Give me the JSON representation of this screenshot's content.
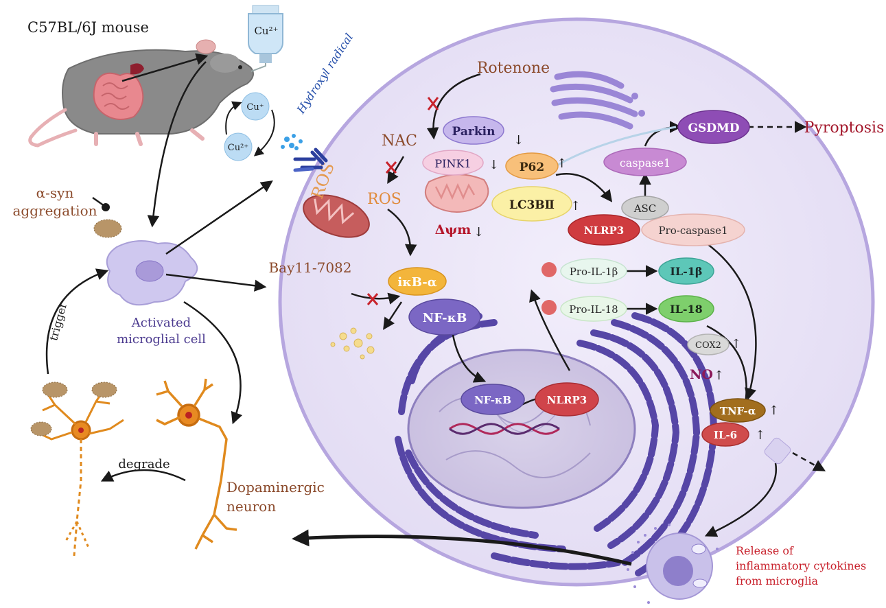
{
  "mouse": {
    "label": "C57BL/6J mouse",
    "bottle_label": "Cu²⁺"
  },
  "copper_cycle": {
    "cu_plus": "Cu⁺",
    "cu_2plus": "Cu²⁺",
    "hydroxyl_label": "Hydroxyl radical"
  },
  "left_panel": {
    "asyn_label_line1": "α-syn",
    "asyn_label_line2": "aggregation",
    "microglia_label_line1": "Activated",
    "microglia_label_line2": "microglial cell",
    "trigger_label": "trigger",
    "degrade_label": "degrade",
    "neuron_label_line1": "Dopaminergic",
    "neuron_label_line2": "neuron"
  },
  "cell": {
    "rotenone": "Rotenone",
    "nac": "NAC",
    "ros_outer": "ROS",
    "ros_inner": "ROS",
    "parkin": "Parkin",
    "pink1": "PINK1",
    "p62": "P62",
    "lc3b": "LC3BⅡ",
    "delta_psi": "Δψm",
    "gsdmd": "GSDMD",
    "pyroptosis": "Pyroptosis",
    "caspase1": "caspase1",
    "asc": "ASC",
    "nlrp3": "NLRP3",
    "pro_caspase1": "Pro-caspase1",
    "bay": "Bay11-7082",
    "ikb": "iκB-α",
    "nfkb": "NF-κB",
    "pro_il1b": "Pro-IL-1β",
    "il1b": "IL-1β",
    "pro_il18": "Pro-IL-18",
    "il18": "IL-18",
    "cox2": "COX2",
    "no": "NO",
    "tnfa": "TNF-α",
    "il6": "IL-6",
    "nucleus_nfkb": "NF-κB",
    "nucleus_nlrp3": "NLRP3"
  },
  "release": {
    "line1": "Release of",
    "line2": "inflammatory cytokines",
    "line3": "from microglia"
  },
  "symbols": {
    "up": "↑",
    "down": "↓"
  },
  "colors": {
    "cell_fill": "#ebe6f7",
    "cell_stroke": "#b9a8e0",
    "er_purple": "#5b4aa8",
    "brown_text": "#8b4a2b",
    "orange_text": "#e08a3a",
    "red_text": "#b5172b",
    "purple_text": "#4b3a8f",
    "blue_text": "#1f4aa8"
  }
}
